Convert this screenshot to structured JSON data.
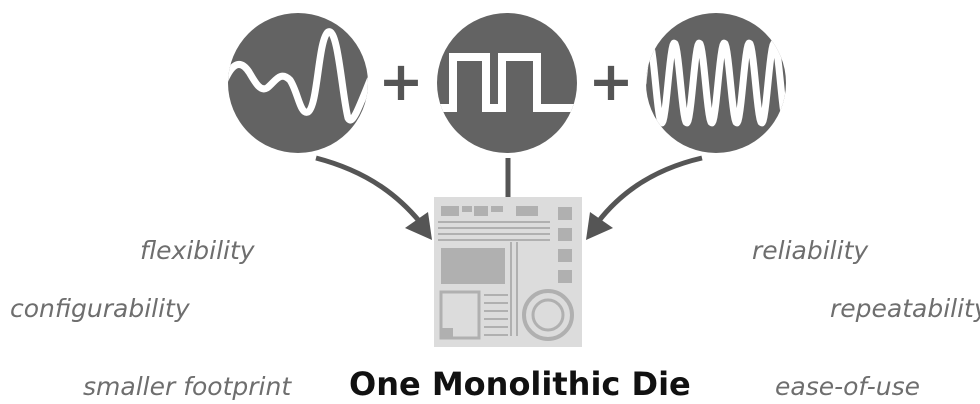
{
  "signals": [
    {
      "name": "analog waveform",
      "icon": "analog-wave-icon"
    },
    {
      "name": "digital square wave",
      "icon": "square-wave-icon"
    },
    {
      "name": "rf sine wave",
      "icon": "rf-wave-icon"
    }
  ],
  "operators": [
    "+",
    "+"
  ],
  "benefits_left": [
    "flexibility",
    "configurability",
    "smaller footprint"
  ],
  "benefits_right": [
    "reliability",
    "repeatability",
    "ease-of-use"
  ],
  "title": "One Monolithic Die",
  "colors": {
    "circle": "#636363",
    "wave": "#ffffff",
    "arrow": "#555555",
    "chip": "#dcdcdc",
    "chip_detail": "#b0b0b0",
    "benefit_text": "#6e6e6e",
    "title_text": "#111111"
  }
}
